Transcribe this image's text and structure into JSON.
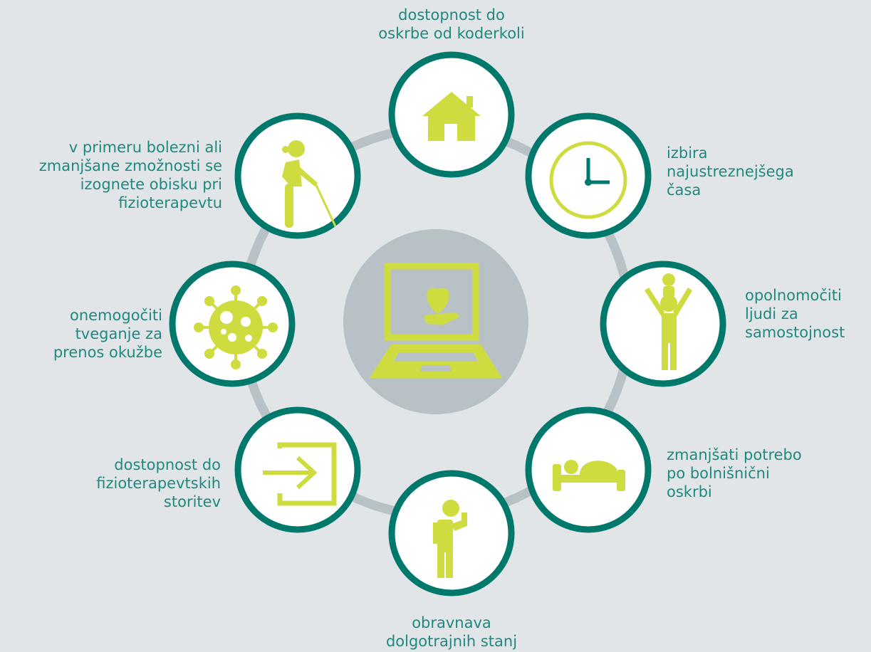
{
  "colors": {
    "background": "#e1e5e8",
    "ring": "#b7c1c6",
    "circle_border": "#00786b",
    "circle_fill": "#ffffff",
    "icon": "#cfdc3f",
    "hub": "#b7c1c6",
    "text": "#1d8a80"
  },
  "center": {
    "icon": "laptop-heart-hand-icon"
  },
  "nodes": [
    {
      "id": "home",
      "icon": "house-icon",
      "label": "dostopnost do\noskrbe od koderkoli"
    },
    {
      "id": "time",
      "icon": "clock-icon",
      "label": "izbira\nnajustreznejšega\nčasa"
    },
    {
      "id": "empower",
      "icon": "parent-child-icon",
      "label": "opolnomočiti\nljudi za\nsamostojnost"
    },
    {
      "id": "hospital",
      "icon": "bed-icon",
      "label": "zmanjšati potrebo\npo bolnišnični\noskrbi"
    },
    {
      "id": "chronic",
      "icon": "thinking-person-icon",
      "label": "obravnava\ndolgotrajnih stanj"
    },
    {
      "id": "access",
      "icon": "login-arrow-icon",
      "label": "dostopnost do\nfizioterapevtskih\nstoritev"
    },
    {
      "id": "infection",
      "icon": "virus-icon",
      "label": "onemogočiti\ntveganje za\nprenos okužbe"
    },
    {
      "id": "mobility",
      "icon": "elderly-cane-icon",
      "label": "v primeru bolezni ali\nzmanjšane zmožnosti se\nizognete obisku pri\nfizioterapevtu"
    }
  ]
}
